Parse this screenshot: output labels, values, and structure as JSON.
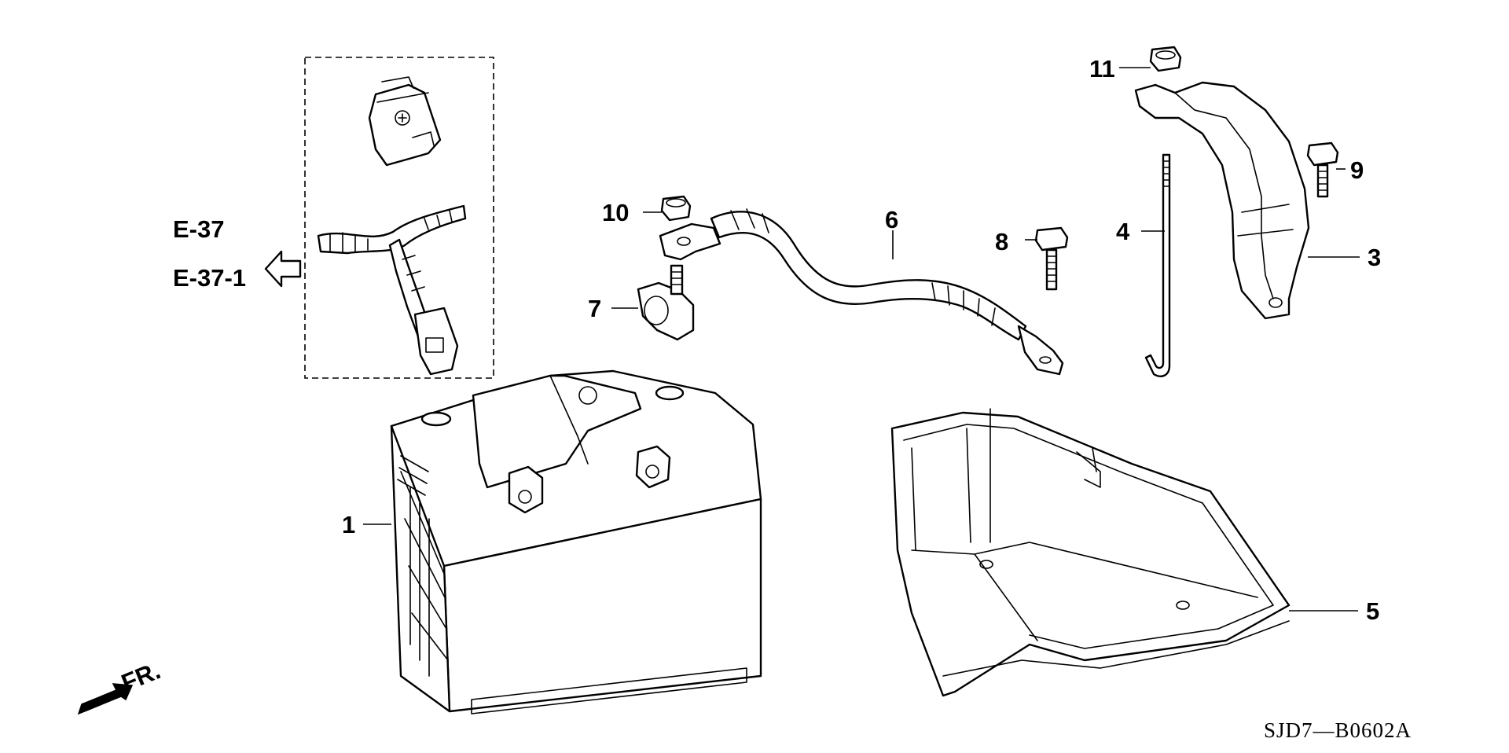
{
  "diagram": {
    "drawing_code": "SJD7—B0602A",
    "direction_label": "FR.",
    "cross_references": [
      "E-37",
      "E-37-1"
    ],
    "callouts": {
      "battery": "1",
      "bracket": "3",
      "rod": "4",
      "tray": "5",
      "cable": "6",
      "clamp": "7",
      "bolt_8": "8",
      "bolt_9": "9",
      "nut_10": "10",
      "nut_11": "11"
    },
    "colors": {
      "line": "#000000",
      "background": "#ffffff"
    }
  }
}
